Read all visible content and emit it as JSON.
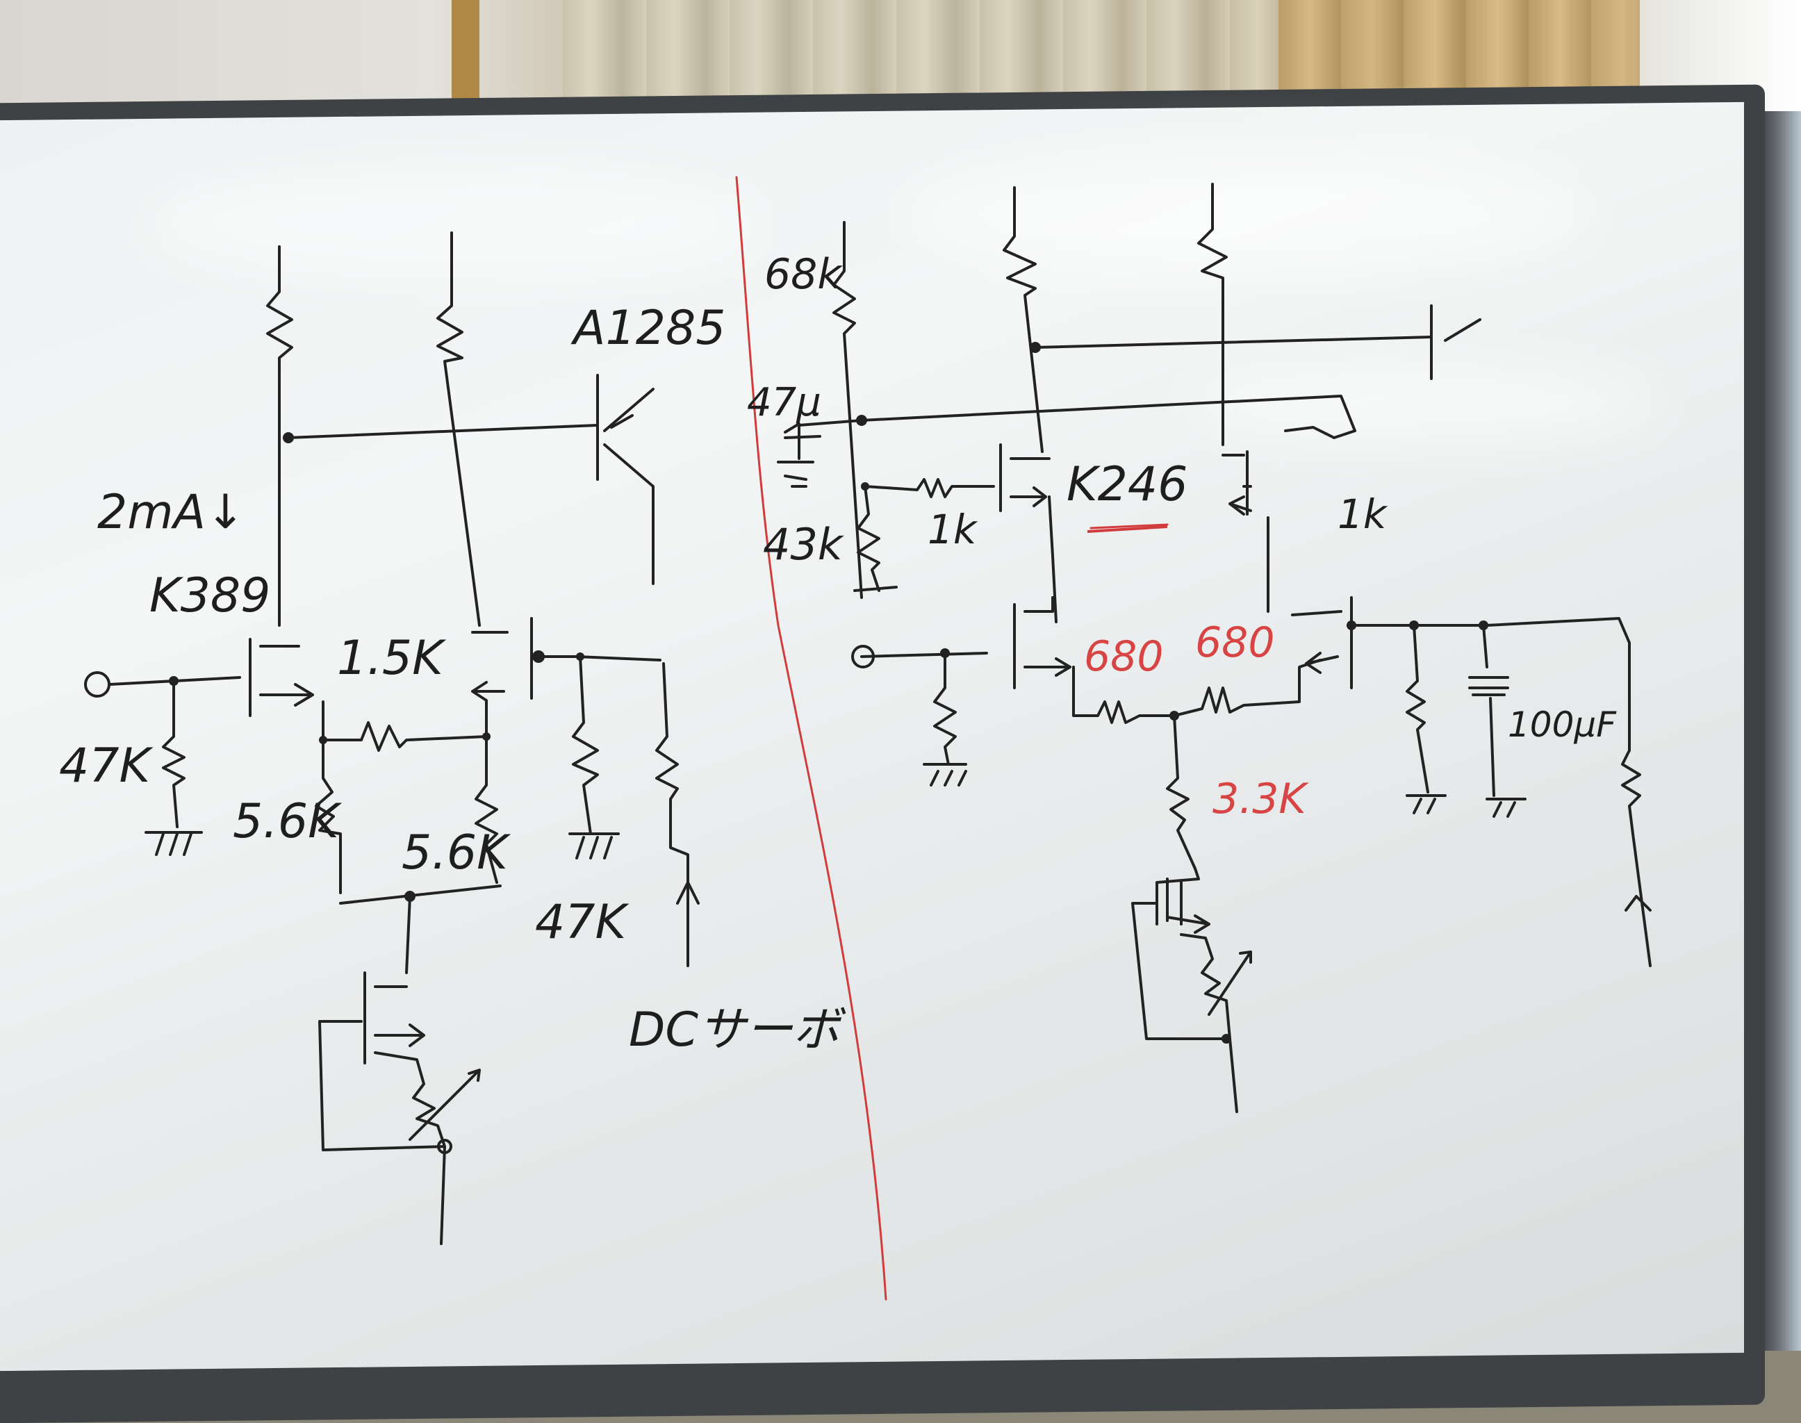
{
  "labels_left": {
    "a1285": "A1285",
    "current": "2mA↓",
    "k389": "K389",
    "r_15k": "1.5K",
    "r_47k_in": "47K",
    "r_56k_left": "5.6K",
    "r_56k_right": "5.6K",
    "r_47k_out": "47K",
    "dc_servo": "DCサーボ"
  },
  "labels_right": {
    "r_68k": "68k",
    "c_47u": "47μ",
    "r_43k": "43k",
    "r_1k_left": "1k",
    "k246": "K246",
    "r_1k_right": "1k",
    "r_680_left": "680",
    "r_680_right": "680",
    "r_33k": "3.3K",
    "c_100u": "100μF"
  },
  "colors": {
    "ink": "#222222",
    "red_ink": "#d23b3b",
    "board": "#eef1f2",
    "frame": "#3f4244"
  }
}
